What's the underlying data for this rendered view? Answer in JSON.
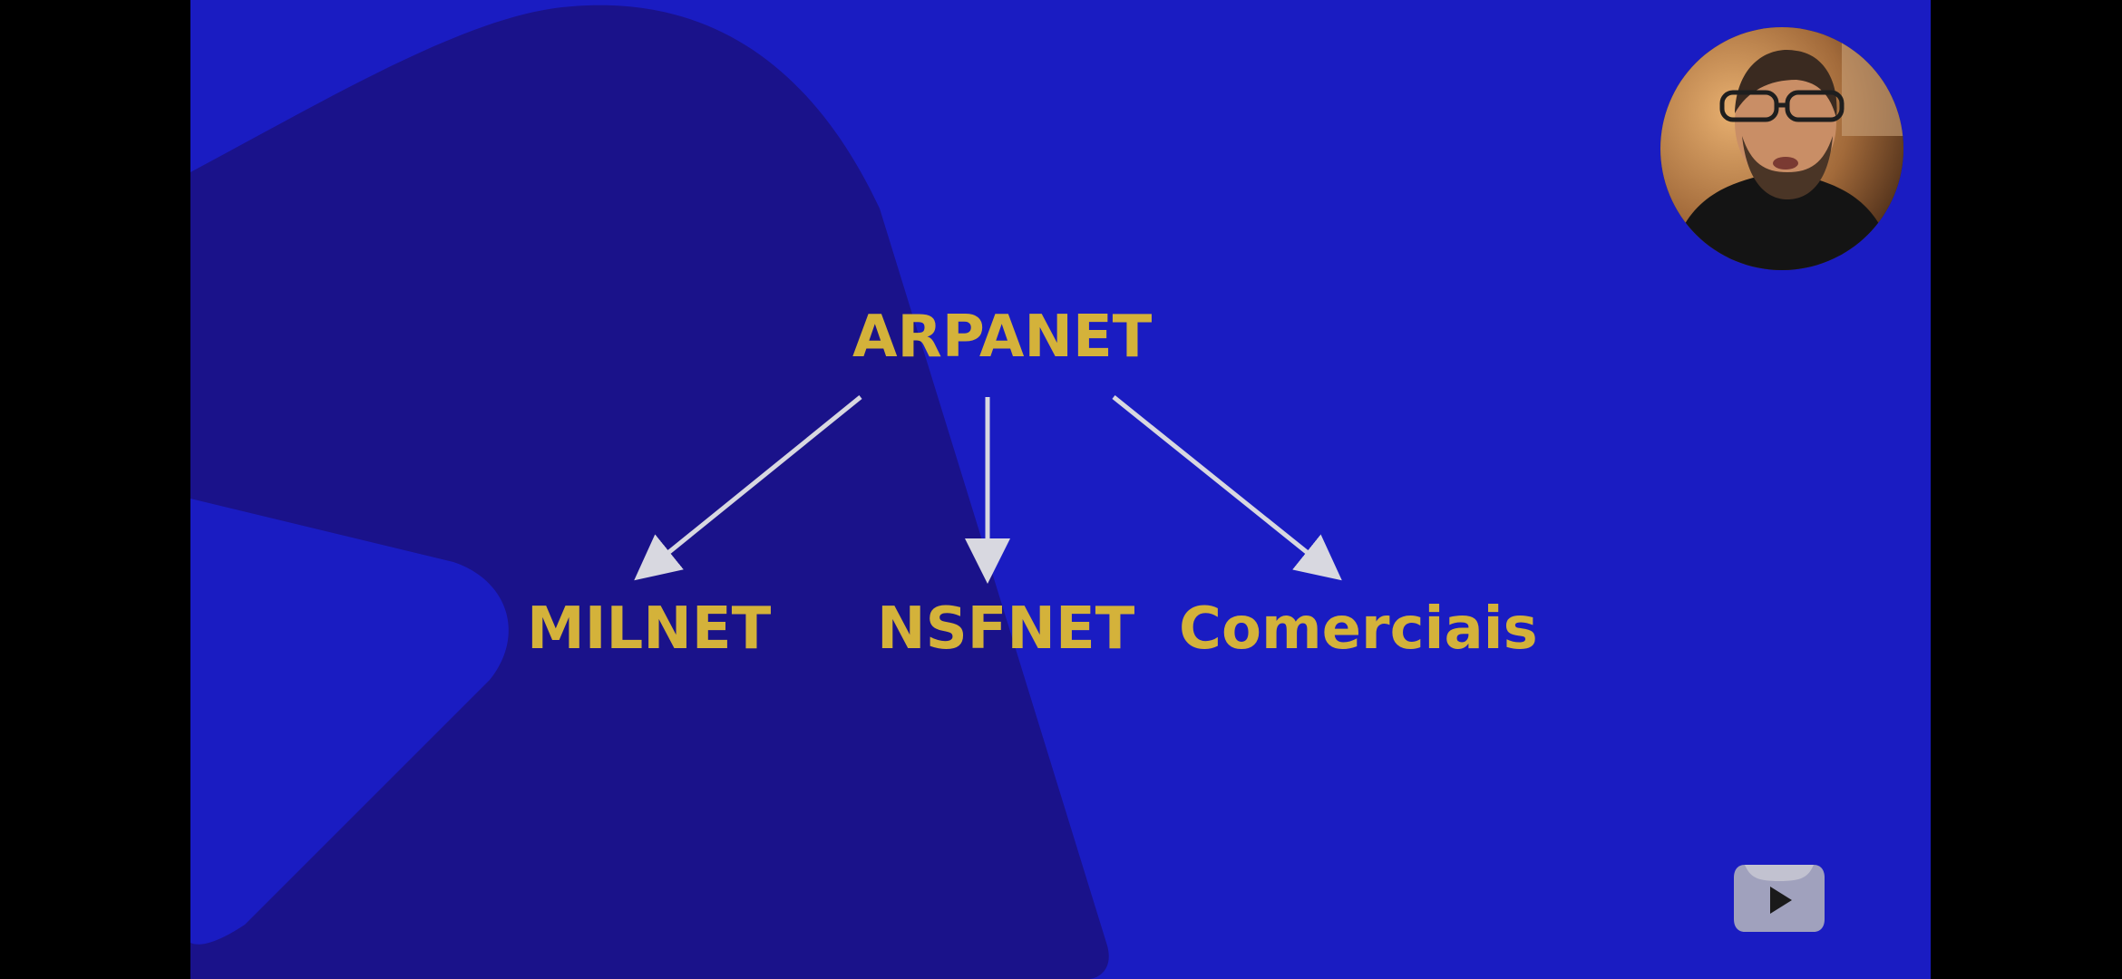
{
  "diagram": {
    "root": "ARPANET",
    "children": [
      "MILNET",
      "NSFNET",
      "Comerciais"
    ]
  },
  "colors": {
    "background": "#1a1cc2",
    "shape_dark": "#1a128a",
    "label": "#d4b23a",
    "arrow": "#d8d8e0"
  },
  "webcam": {
    "icon": "presenter-webcam-icon"
  },
  "player": {
    "icon": "play-logo-icon"
  }
}
